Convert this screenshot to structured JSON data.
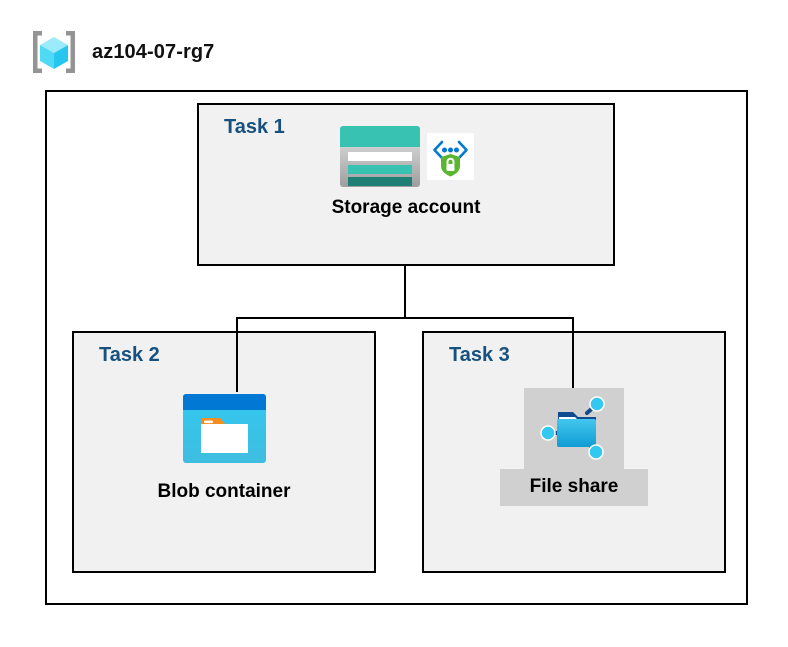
{
  "header": {
    "icon": "resource-group-icon",
    "title": "az104-07-rg7"
  },
  "colors": {
    "task_label": "#16517f",
    "task_box_fill": "#f1f1f1",
    "border": "#000000",
    "highlight": "#d0d0d0",
    "storage_teal": "#37c2b1",
    "storage_teal_dark": "#1e7f74",
    "blob_blue": "#0078d4",
    "blob_cyan": "#32c8f0",
    "blob_orange": "#f78d1e",
    "shield_green": "#5ab631",
    "node_cyan": "#32c8f0"
  },
  "diagram": {
    "container": {
      "name": "resource-group-boundary"
    },
    "tasks": [
      {
        "label": "Task 1",
        "node": {
          "caption": "Storage account",
          "icons": [
            "storage-account-icon",
            "private-endpoint-shield-icon"
          ],
          "highlighted": false
        }
      },
      {
        "label": "Task 2",
        "node": {
          "caption": "Blob container",
          "icons": [
            "blob-container-icon"
          ],
          "highlighted": false
        }
      },
      {
        "label": "Task 3",
        "node": {
          "caption": "File share",
          "icons": [
            "file-share-icon"
          ],
          "highlighted": true
        }
      }
    ],
    "connectors": [
      {
        "name": "storage-to-bus-trunk"
      },
      {
        "name": "bus-horizontal"
      },
      {
        "name": "bus-to-blob-container"
      },
      {
        "name": "bus-to-file-share"
      }
    ]
  }
}
